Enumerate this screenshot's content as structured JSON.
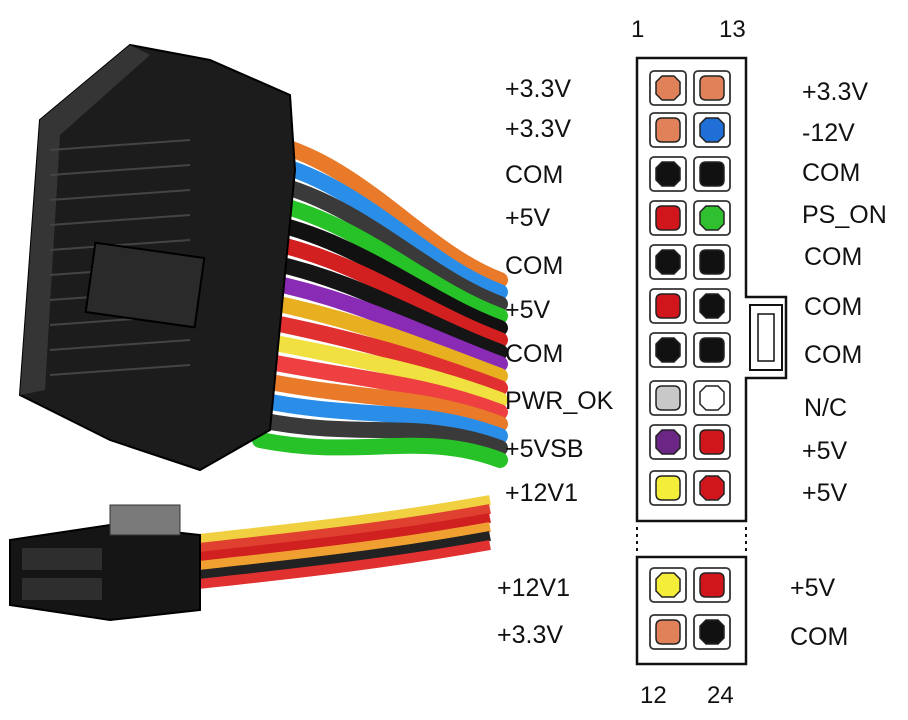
{
  "header": {
    "col_start": "1",
    "col_end": "13"
  },
  "footer": {
    "col_start": "12",
    "col_end": "24"
  },
  "main_connector": {
    "left_labels": [
      "+3.3V",
      "+3.3V",
      "COM",
      "+5V",
      "COM",
      "+5V",
      "COM",
      "PWR_OK",
      "+5VSB",
      "+12V1"
    ],
    "right_labels": [
      "+3.3V",
      "-12V",
      "COM",
      "PS_ON",
      "COM",
      "COM",
      "COM",
      "N/C",
      "+5V",
      "+5V"
    ],
    "left_pin_colors": [
      "#e0815a",
      "#e0815a",
      "#111111",
      "#d0161b",
      "#111111",
      "#d0161b",
      "#111111",
      "#c8c8c8",
      "#6b2585",
      "#f4ee3a"
    ],
    "right_pin_colors": [
      "#e0815a",
      "#1f6fd6",
      "#111111",
      "#2fbf2f",
      "#111111",
      "#111111",
      "#111111",
      "#ffffff",
      "#d0161b",
      "#d0161b"
    ]
  },
  "extension": {
    "left_labels": [
      "+12V1",
      "+3.3V"
    ],
    "right_labels": [
      "+5V",
      "COM"
    ],
    "left_pin_colors": [
      "#f4ee3a",
      "#e0815a"
    ],
    "right_pin_colors": [
      "#d0161b",
      "#111111"
    ]
  },
  "cable_wire_colors": [
    "#e87a2a",
    "#2a8ee8",
    "#3a3a3a",
    "#27c227",
    "#111111",
    "#d22020",
    "#151515",
    "#8a2bb5",
    "#e8b020",
    "#e03030",
    "#f0e040",
    "#ee4040"
  ]
}
